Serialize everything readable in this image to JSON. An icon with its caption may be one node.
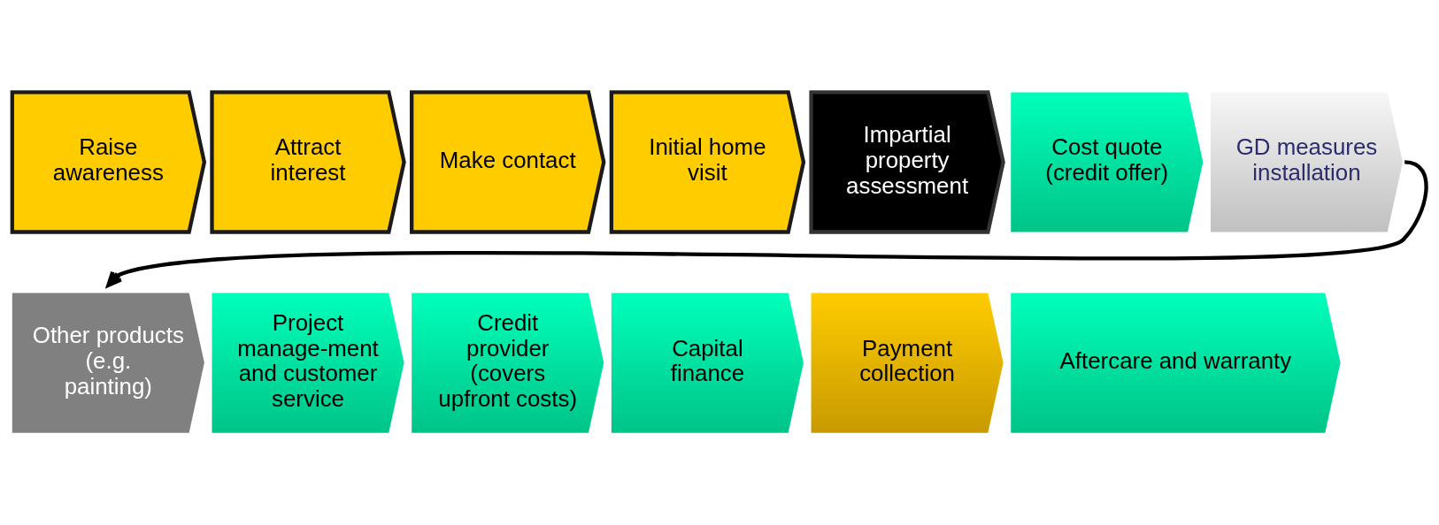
{
  "diagram": {
    "nodes": [
      {
        "text": [
          "Raise awareness"
        ]
      },
      {
        "text": [
          "Attract interest"
        ]
      },
      {
        "text": [
          "Make contact"
        ]
      },
      {
        "text": [
          "Initial home visit"
        ]
      },
      {
        "text": [
          "Impartial property assessment"
        ]
      },
      {
        "text": [
          "Cost quote (credit offer)"
        ]
      },
      {
        "text": [
          "GD measures installation"
        ]
      },
      {
        "text": [
          "Other products (e.g. painting)"
        ]
      },
      {
        "text": [
          "Project manage-ment and customer service"
        ]
      },
      {
        "text": [
          "Credit provider (covers upfront costs)"
        ]
      },
      {
        "text": [
          "Capital finance"
        ]
      },
      {
        "text": [
          "Payment collection"
        ]
      },
      {
        "text": [
          "Aftercare and warranty"
        ]
      }
    ],
    "edges": [
      {
        "from": 6,
        "to": 7,
        "arrow": "to"
      }
    ]
  }
}
